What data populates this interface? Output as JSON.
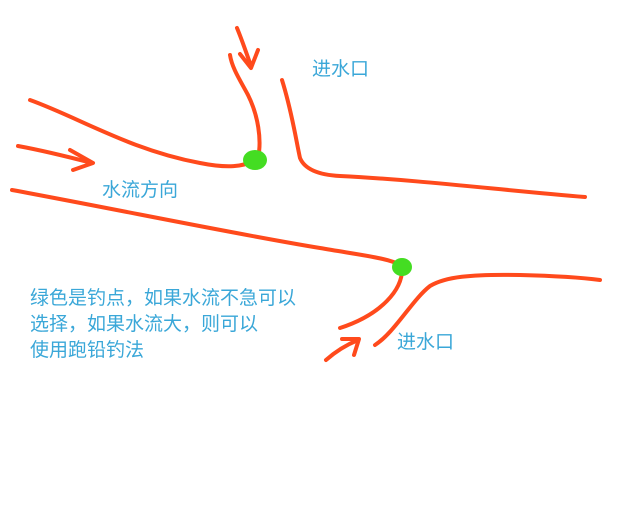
{
  "labels": {
    "inlet_top": "进水口",
    "flow_direction": "水流方向",
    "inlet_bottom": "进水口",
    "note": "绿色是钓点，如果水流不急可以\n选择，如果水流大，则可以\n使用跑铅钓法"
  },
  "colors": {
    "stream_line": "#ff4a1c",
    "fishing_spot": "#44dd22",
    "text": "#3aa7d8",
    "background": "#ffffff"
  }
}
